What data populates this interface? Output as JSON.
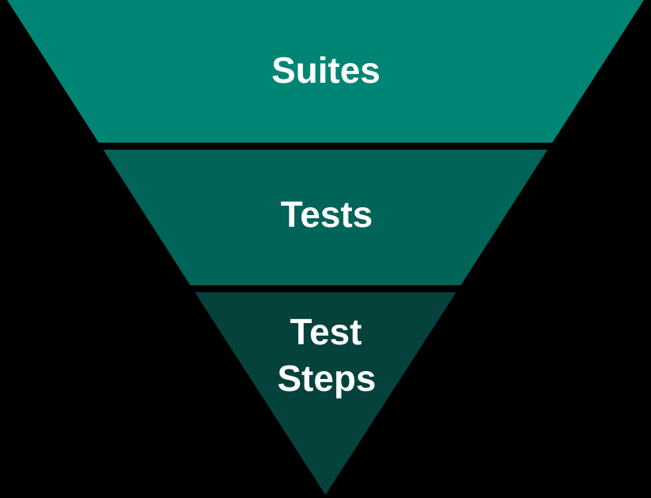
{
  "diagram": {
    "type": "inverted-pyramid-funnel",
    "background_color": "#000000",
    "label_color": "#FFFFFF",
    "levels": [
      {
        "label": "Suites",
        "color": "#008575"
      },
      {
        "label": "Tests",
        "color": "#016459"
      },
      {
        "label": "Test Steps",
        "color": "#05423C",
        "lines": [
          "Test",
          "Steps"
        ]
      }
    ]
  }
}
